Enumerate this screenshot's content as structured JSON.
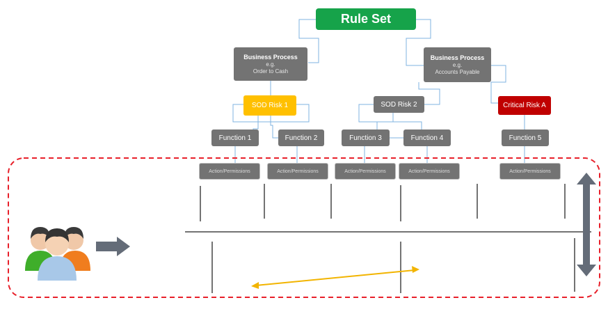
{
  "rule_set": {
    "label": "Rule Set",
    "color": "#16a34a"
  },
  "business_processes": [
    {
      "title": "Business Process",
      "eg": "e.g.",
      "example": "Order to Cash"
    },
    {
      "title": "Business Process",
      "eg": "e.g.",
      "example": "Accounts Payable"
    }
  ],
  "risks": [
    {
      "label": "SOD Risk 1",
      "color": "#ffc000"
    },
    {
      "label": "SOD Risk 2",
      "color": "#737373"
    },
    {
      "label": "Critical Risk A",
      "color": "#c00000"
    }
  ],
  "functions": [
    {
      "label": "Function 1"
    },
    {
      "label": "Function 2"
    },
    {
      "label": "Function 3"
    },
    {
      "label": "Function 4"
    },
    {
      "label": "Function 5"
    }
  ],
  "actions": [
    {
      "label": "Action/Permissions"
    },
    {
      "label": "Action/Permissions"
    },
    {
      "label": "Action/Permissions"
    },
    {
      "label": "Action/Permissions"
    },
    {
      "label": "Action/Permissions"
    }
  ],
  "colors": {
    "connector": "#7fb3e0",
    "dashed_border": "#e8202a",
    "yellow_arrow": "#f2b400",
    "grey_arrow": "#646c78"
  },
  "icons": [
    "users-group-icon",
    "right-arrow-icon",
    "double-vertical-arrow-icon"
  ]
}
